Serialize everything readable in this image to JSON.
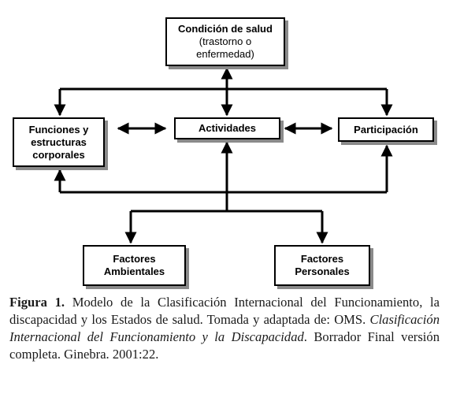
{
  "diagram": {
    "condicion": {
      "title": "Condición de salud",
      "subtitle_line1": "(trastorno o",
      "subtitle_line2": "enfermedad)"
    },
    "funciones": {
      "line1": "Funciones y",
      "line2": "estructuras",
      "line3": "corporales"
    },
    "actividades": {
      "label": "Actividades"
    },
    "participacion": {
      "label": "Participación"
    },
    "ambientales": {
      "line1": "Factores",
      "line2": "Ambientales"
    },
    "personales": {
      "line1": "Factores",
      "line2": "Personales"
    },
    "colors": {
      "line": "#000000",
      "shadow": "#8a8a8a",
      "box_fill": "#ffffff"
    }
  },
  "caption": {
    "figure_label": "Figura 1.",
    "text_part1": " Modelo de la Clasificación Internacional del Funcionamiento, la discapacidad y los Estados de salud. Tomada y adaptada de: OMS. ",
    "italic_part": "Clasificación Internacional del Funcionamiento y la Discapacidad",
    "text_part2": ". Borrador Final versión completa. Ginebra. 2001:22."
  }
}
